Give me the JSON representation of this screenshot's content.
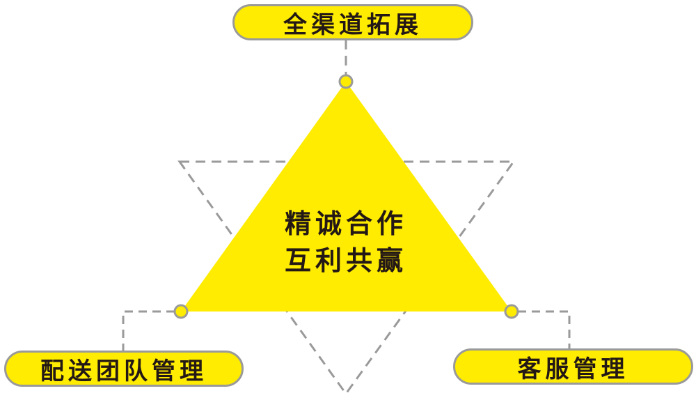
{
  "center": {
    "line1": "精诚合作",
    "line2": "互利共赢"
  },
  "nodes": {
    "top": "全渠道拓展",
    "left": "配送团队管理",
    "right": "客服管理"
  },
  "colors": {
    "fill": "#ffec00",
    "stroke": "#9a9a9a",
    "text": "#231815"
  }
}
